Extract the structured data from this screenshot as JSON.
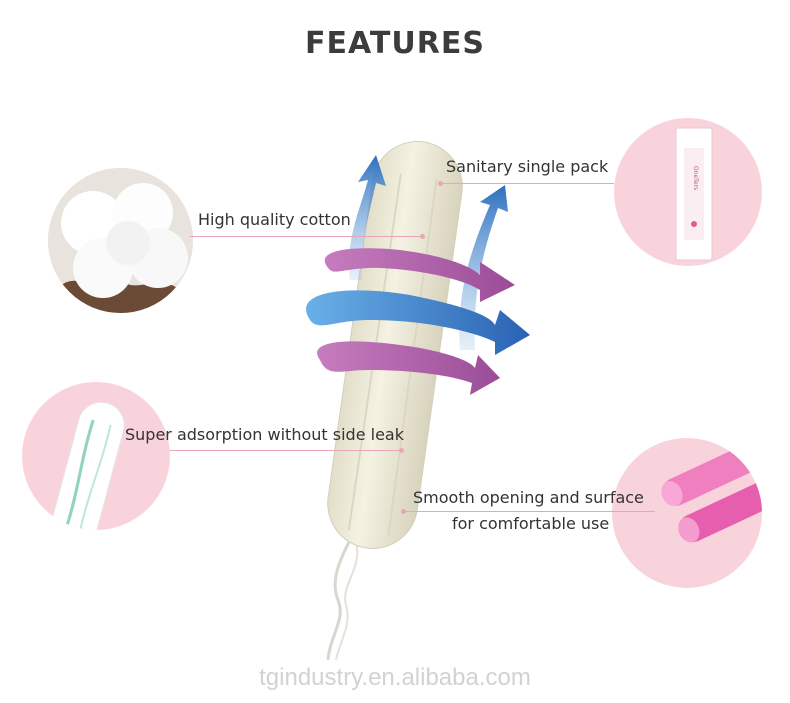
{
  "title": "FEATURES",
  "features": [
    {
      "label": "High quality cotton"
    },
    {
      "label": "Sanitary single pack"
    },
    {
      "label": "Super adsorption without side leak"
    },
    {
      "label_line1": "Smooth opening and surface",
      "label_line2": "for comfortable use"
    }
  ],
  "watermark": "tgindustry.en.alibaba.com",
  "pack_brand": "OneTers",
  "colors": {
    "circle_bg": "#f9d3dc",
    "arrow_blue": "#3a7fc7",
    "arrow_purple": "#b45ea8",
    "tampon": "#f1eedd"
  }
}
